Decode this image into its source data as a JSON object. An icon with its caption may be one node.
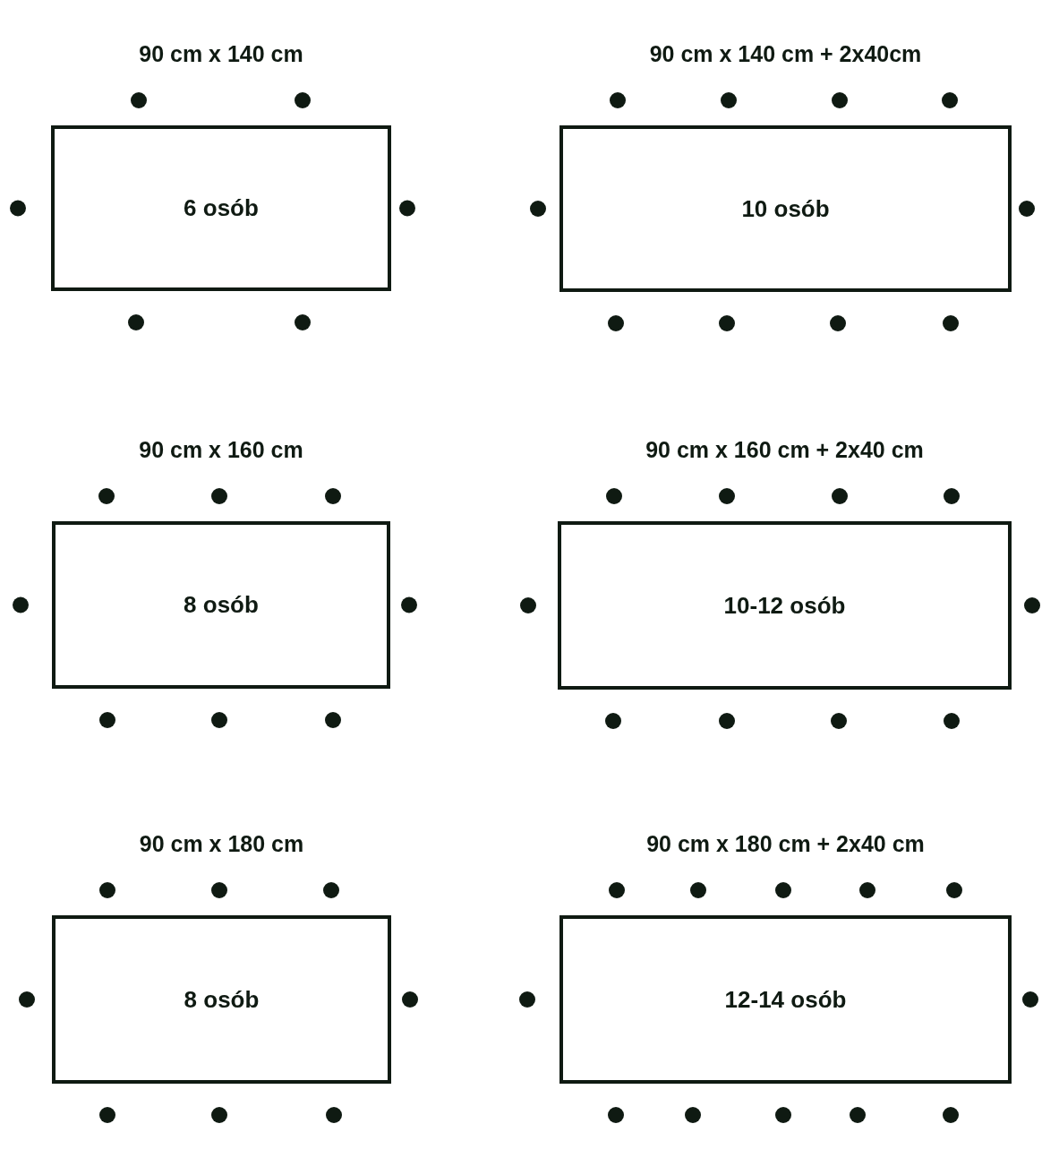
{
  "diagram": {
    "nodes": [
      {
        "text": [
          "90 cm x 140 cm",
          "6 osób"
        ]
      },
      {
        "text": [
          "90 cm x 140 cm + 2x40cm",
          "10 osób"
        ]
      },
      {
        "text": [
          "90 cm x 160 cm",
          "8 osób"
        ]
      },
      {
        "text": [
          "90 cm x 160 cm + 2x40 cm",
          "10-12 osób"
        ]
      },
      {
        "text": [
          "90 cm x 180 cm",
          "8 osób"
        ]
      },
      {
        "text": [
          "90 cm x 180 cm + 2x40 cm",
          "12-14 osób"
        ]
      }
    ]
  }
}
